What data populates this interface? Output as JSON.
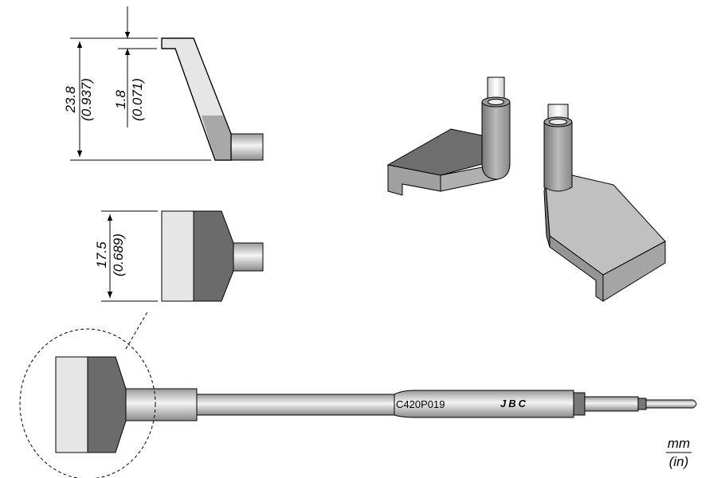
{
  "dimensions": {
    "height_total": {
      "mm": "23.8",
      "in": "(0.937)"
    },
    "thickness": {
      "mm": "1.8",
      "in": "(0.071)"
    },
    "width": {
      "mm": "17.5",
      "in": "(0.689)"
    }
  },
  "cartridge": {
    "model": "C420P019",
    "brand": "JBC"
  },
  "units": {
    "primary": "mm",
    "secondary": "(in)"
  },
  "colors": {
    "light": "#e6e6e6",
    "dark": "#6b6b6b",
    "mid": "#a8a8a8",
    "face": "#c0c0c0"
  }
}
